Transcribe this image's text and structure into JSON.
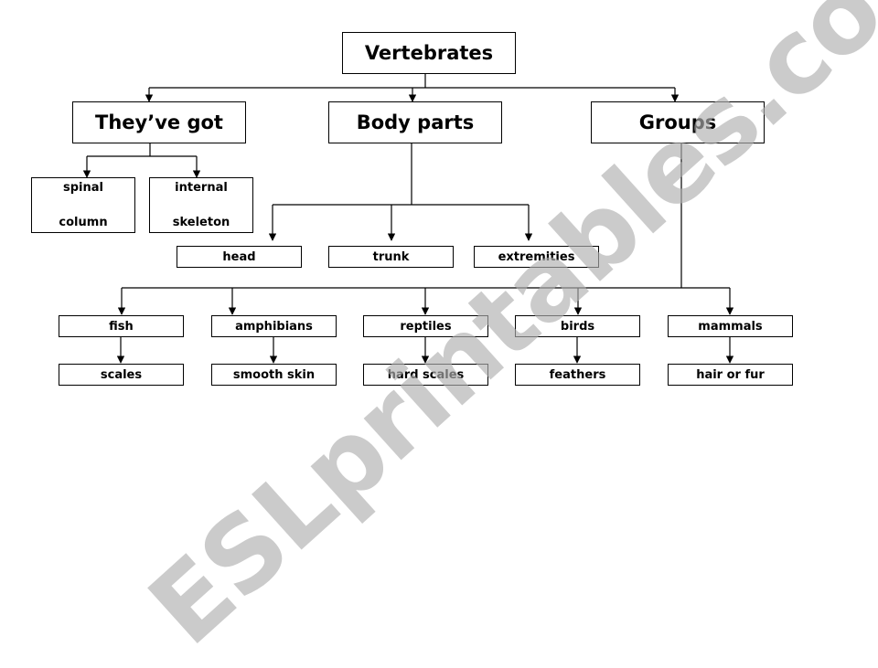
{
  "root": "Vertebrates",
  "categories": {
    "theyve_got": "They’ve got",
    "body_parts": "Body parts",
    "groups": "Groups"
  },
  "theyve_got_items": [
    {
      "line1": "spinal",
      "line2": "column"
    },
    {
      "line1": "internal",
      "line2": "skeleton"
    }
  ],
  "body_parts_items": [
    "head",
    "trunk",
    "extremities"
  ],
  "groups_items": [
    {
      "group": "fish",
      "covering": "scales"
    },
    {
      "group": "amphibians",
      "covering": "smooth skin"
    },
    {
      "group": "reptiles",
      "covering": "hard scales"
    },
    {
      "group": "birds",
      "covering": "feathers"
    },
    {
      "group": "mammals",
      "covering": "hair or fur"
    }
  ],
  "watermark": "ESLprintables.com"
}
